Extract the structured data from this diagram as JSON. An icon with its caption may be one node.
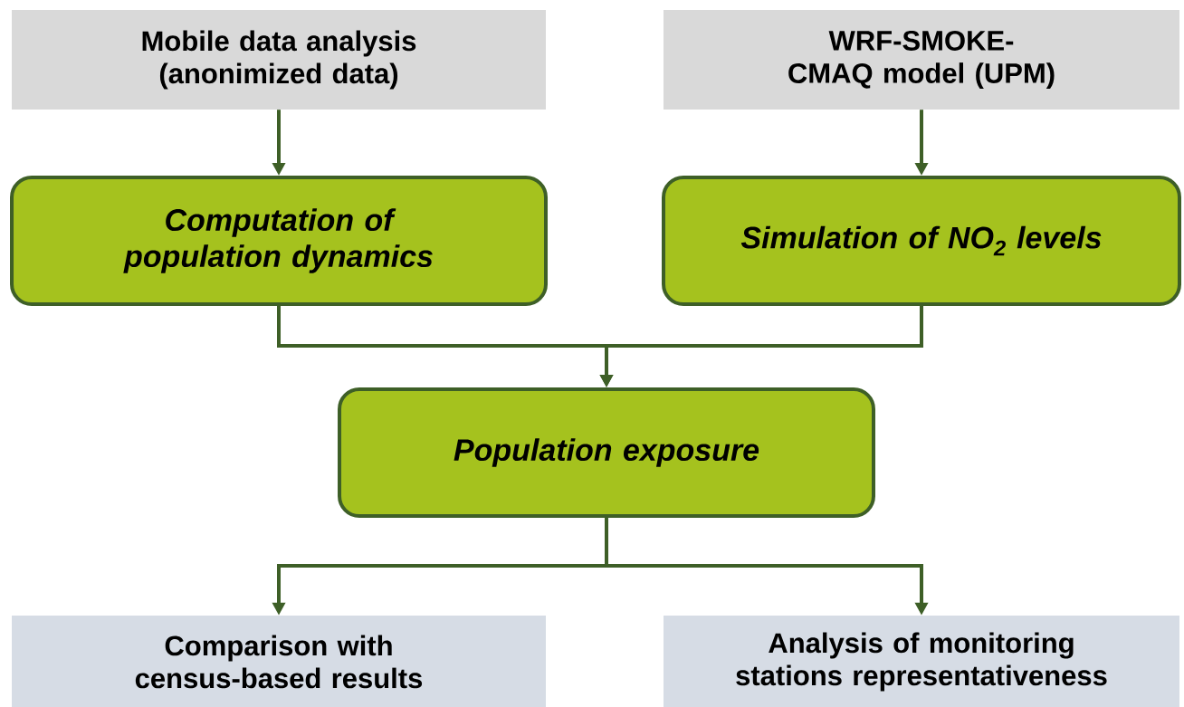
{
  "diagram": {
    "nodes": [
      {
        "text": [
          "Mobile data analysis (anonimized data)"
        ]
      },
      {
        "text": [
          "WRF-SMOKE-CMAQ model (UPM)"
        ]
      },
      {
        "text": [
          "Computation of population dynamics"
        ]
      },
      {
        "text": [
          "Simulation of NO$_{2}$ levels"
        ]
      },
      {
        "text": [
          "Population exposure"
        ]
      },
      {
        "text": [
          "Comparison with census-based results"
        ]
      },
      {
        "text": [
          "Analysis of monitoring stations representativeness"
        ]
      }
    ],
    "edges": [
      {
        "from": 0,
        "to": 2,
        "arrow": "to"
      },
      {
        "from": 1,
        "to": 3,
        "arrow": "to"
      },
      {
        "from": 2,
        "to": 4,
        "arrow": "to"
      },
      {
        "from": 3,
        "to": 4,
        "arrow": "to"
      },
      {
        "from": 4,
        "to": 5,
        "arrow": "to"
      },
      {
        "from": 4,
        "to": 6,
        "arrow": "to"
      }
    ]
  }
}
